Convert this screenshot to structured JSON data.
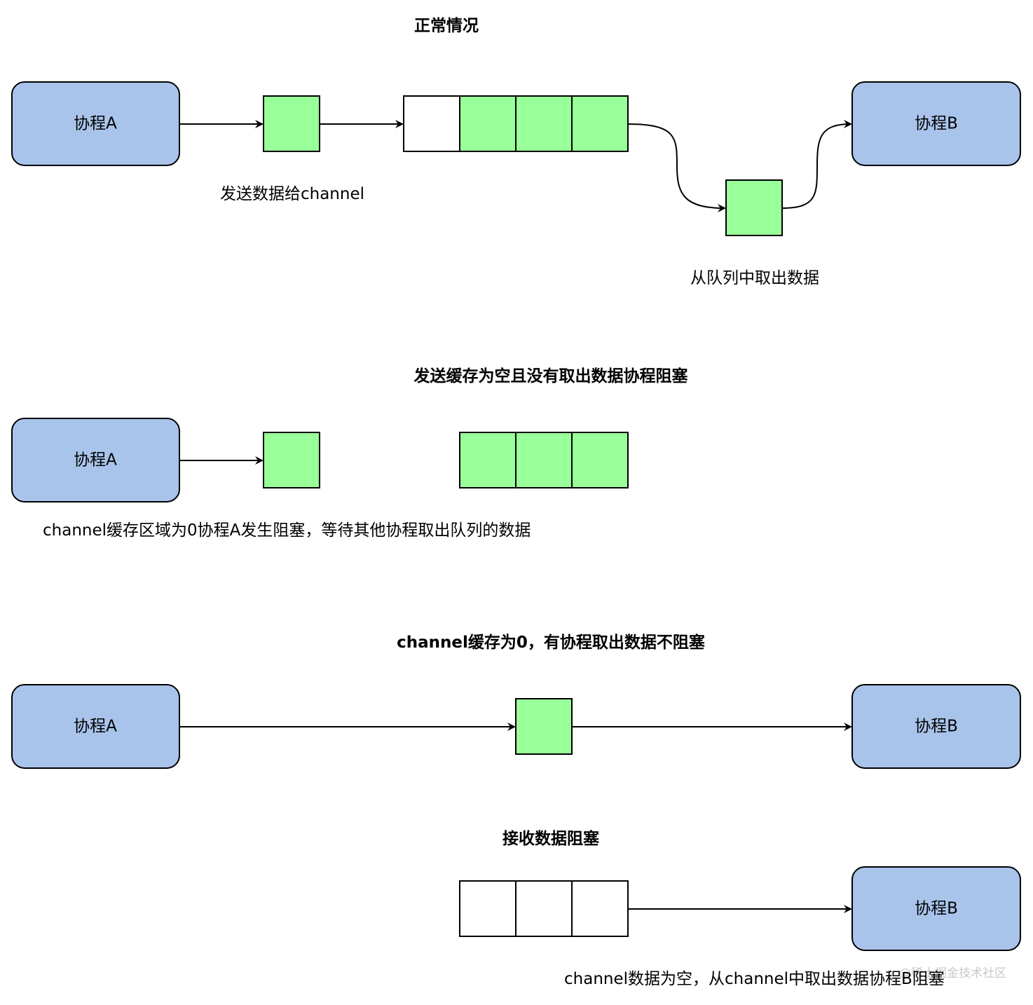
{
  "sections": {
    "normal": {
      "title": "正常情况",
      "process_a": "协程A",
      "process_b": "协程B",
      "send_label": "发送数据给channel",
      "receive_label": "从队列中取出数据"
    },
    "send_block": {
      "title": "发送缓存为空且没有取出数据协程阻塞",
      "process_a": "协程A",
      "caption": "channel缓存区域为0协程A发生阻塞，等待其他协程取出队列的数据"
    },
    "unbuffered": {
      "title": "channel缓存为0，有协程取出数据不阻塞",
      "process_a": "协程A",
      "process_b": "协程B"
    },
    "recv_block": {
      "title": "接收数据阻塞",
      "process_b": "协程B",
      "caption": "channel数据为空，从channel中取出数据协程B阻塞"
    }
  },
  "watermark": "@稀土掘金技术社区",
  "colors": {
    "process_fill": "#a9c4eb",
    "data_fill": "#99ff99",
    "stroke": "#000000"
  }
}
